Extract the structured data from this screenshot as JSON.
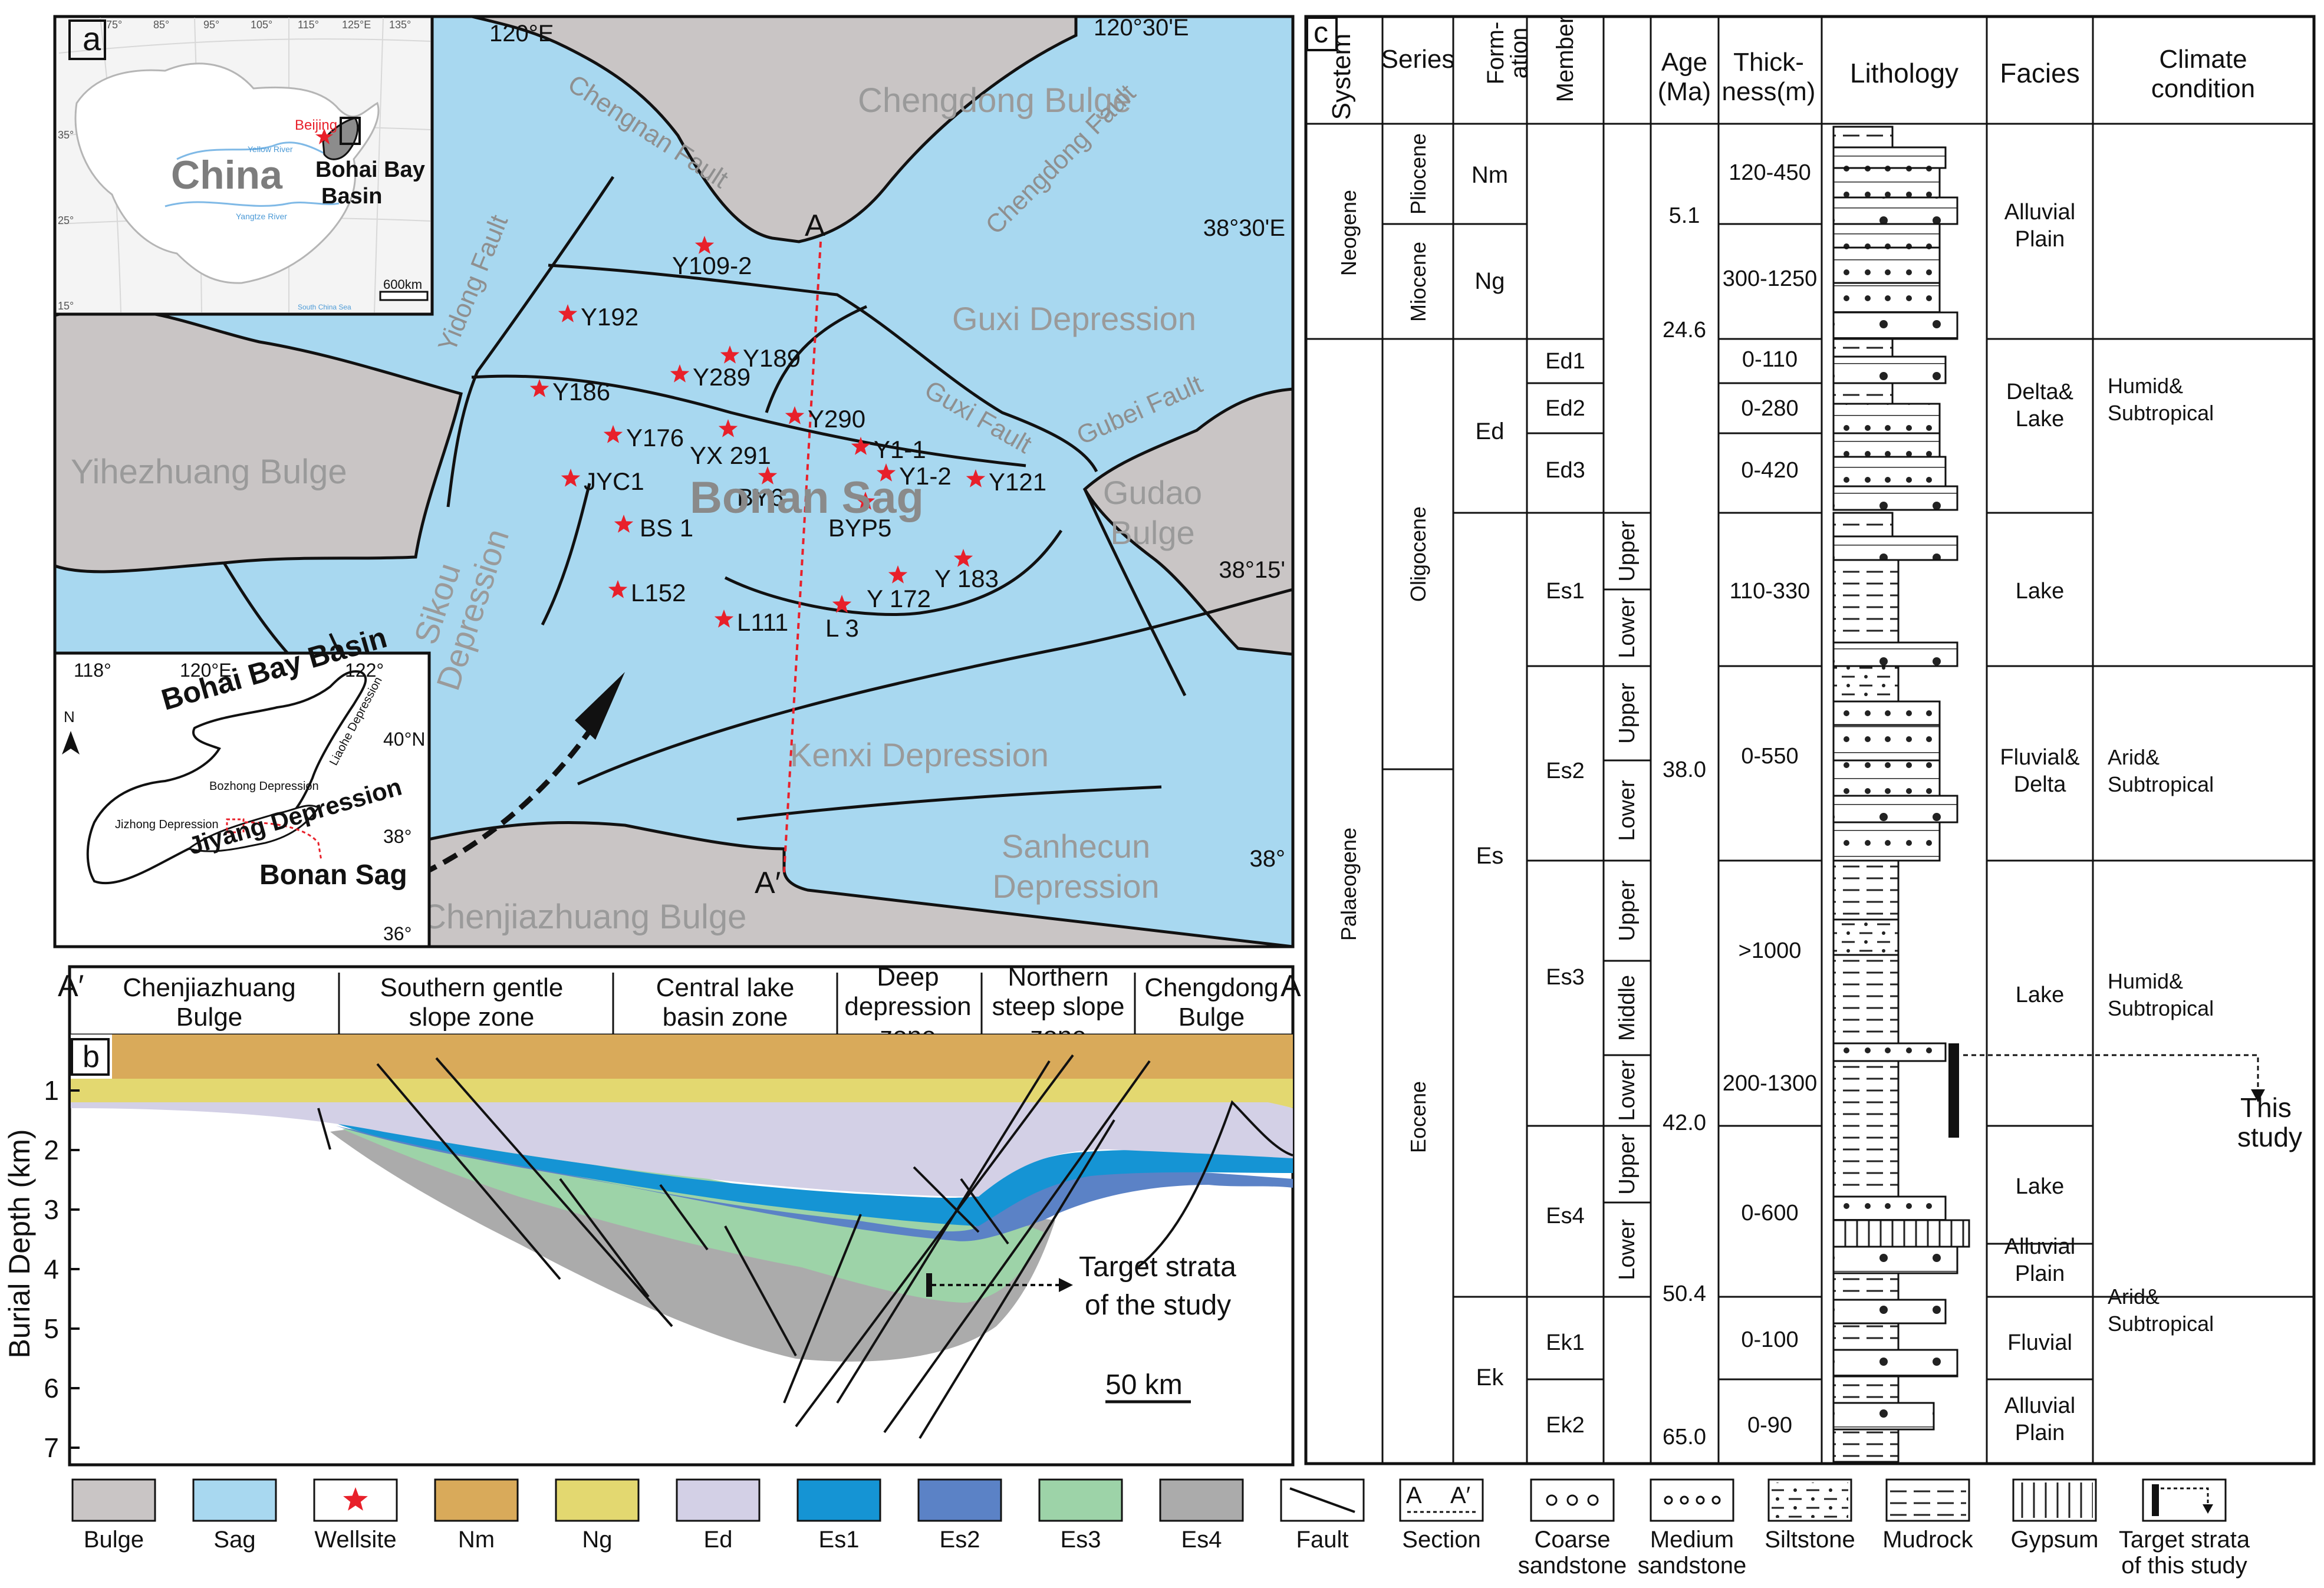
{
  "panel_a": {
    "letter": "a",
    "units": [
      {
        "key": "chengdong_bulge",
        "label": "Chengdong Bulge"
      },
      {
        "key": "yihezhuang_bulge",
        "label": "Yihezhuang Bulge"
      },
      {
        "key": "gudao_bulge",
        "label": "Gudao Bulge"
      },
      {
        "key": "chenjiazhuang_bulge",
        "label": "Chenjiazhuang Bulge"
      },
      {
        "key": "guxi_depression",
        "label": "Guxi Depression"
      },
      {
        "key": "kenxi_depression",
        "label": "Kenxi Depression"
      },
      {
        "key": "sanhecun_depression",
        "label": "Sanhecun Depression"
      },
      {
        "key": "sikou_depression",
        "label": "Sikou Depression"
      },
      {
        "key": "bonan_sag",
        "label": "Bonan Sag"
      }
    ],
    "faults": [
      {
        "key": "chengnan",
        "label": "Chengnan Fault"
      },
      {
        "key": "chengdong",
        "label": "Chengdong Fault"
      },
      {
        "key": "yidong",
        "label": "Yidong Fault"
      },
      {
        "key": "guxi",
        "label": "Guxi Fault"
      },
      {
        "key": "gubei",
        "label": "Gubei Fault"
      }
    ],
    "coordinates": [
      "120°E",
      "120°30'E",
      "38°30'E",
      "38°15'",
      "38°"
    ],
    "section_ends": [
      "A",
      "A′"
    ],
    "wells": [
      "Y109-2",
      "Y192",
      "Y189",
      "Y289",
      "Y186",
      "Y290",
      "Y176",
      "YX 291",
      "Y1-1",
      "JYC1",
      "BY6",
      "Y1-2",
      "Y121",
      "BYP5",
      "BS 1",
      "Y 183",
      "Y 172",
      "L152",
      "L111",
      "L 3"
    ],
    "inset_china": {
      "labels": [
        "China",
        "Beijing",
        "Bohai Bay",
        "Basin",
        "600km",
        "Yellow River",
        "Yangtze River",
        "South China Sea"
      ],
      "lon_ticks": [
        "75°",
        "85°",
        "95°",
        "105°",
        "115°",
        "125°E",
        "135°"
      ],
      "lat_ticks": [
        "35°",
        "25°",
        "15°"
      ]
    },
    "inset_bohai": {
      "labels": [
        "Bohai Bay Basin",
        "Liaohe Depression",
        "Bozhong Depression",
        "Jizhong Depression",
        "Jiyang Depression",
        "Bonan Sag",
        "N"
      ],
      "lon_ticks": [
        "118°",
        "120°E",
        "122°"
      ],
      "lat_ticks": [
        "40°N",
        "38°",
        "36°"
      ]
    }
  },
  "panel_b": {
    "letter": "b",
    "ends": [
      "A′",
      "A"
    ],
    "zones": [
      [
        "Chenjiazhuang",
        "Bulge"
      ],
      [
        "Southern gentle",
        "slope zone"
      ],
      [
        "Central lake",
        "basin zone"
      ],
      [
        "Deep",
        "depression",
        "zone"
      ],
      [
        "Northern",
        "steep slope",
        "zone"
      ],
      [
        "Chengdong",
        "Bulge"
      ]
    ],
    "y_axis_label": "Burial Depth (km)",
    "y_ticks": [
      "1",
      "2",
      "3",
      "4",
      "5",
      "6",
      "7"
    ],
    "target_label": [
      "Target strata",
      "of the study"
    ],
    "scale_label": "50 km"
  },
  "panel_c": {
    "letter": "c",
    "headers": {
      "system": "System",
      "series": "Series",
      "formation": [
        "Form-",
        "ation"
      ],
      "member": "Member",
      "age": [
        "Age",
        "(Ma)"
      ],
      "thickness": [
        "Thick-",
        "ness(m)"
      ],
      "lithology": "Lithology",
      "facies": "Facies",
      "climate": [
        "Climate",
        "condition"
      ]
    },
    "systems": [
      "Neogene",
      "Palaeogene"
    ],
    "series": [
      "Pliocene",
      "Miocene",
      "Oligocene",
      "Eocene"
    ],
    "formations": [
      "Nm",
      "Ng",
      "Ed",
      "Es",
      "Ek"
    ],
    "members": [
      "Ed1",
      "Ed2",
      "Ed3",
      "Es1",
      "Es2",
      "Es3",
      "Es4",
      "Ek1",
      "Ek2"
    ],
    "sub_members": [
      "Upper",
      "Lower",
      "Upper",
      "Lower",
      "Upper",
      "Middle",
      "Lower",
      "Upper",
      "Lower"
    ],
    "ages": [
      "5.1",
      "24.6",
      "38.0",
      "42.0",
      "50.4",
      "65.0"
    ],
    "thicknesses": [
      "120-450",
      "300-1250",
      "0-110",
      "0-280",
      "0-420",
      "110-330",
      "0-550",
      ">1000",
      "200-1300",
      "0-600",
      "0-100",
      "0-90"
    ],
    "facies": [
      [
        "Alluvial",
        "Plain"
      ],
      [
        "Delta&",
        "Lake"
      ],
      [
        "Lake"
      ],
      [
        "Fluvial&",
        "Delta"
      ],
      [
        "Lake"
      ],
      [
        "Lake"
      ],
      [
        "Alluvial",
        "Plain"
      ],
      [
        "Fluvial"
      ],
      [
        "Alluvial",
        "Plain"
      ]
    ],
    "climate": [
      [
        "Humid&",
        "Subtropical"
      ],
      [
        "Arid&",
        "Subtropical"
      ],
      [
        "Humid&",
        "Subtropical"
      ],
      [
        "Arid&",
        "Subtropical"
      ]
    ],
    "this_study": [
      "This",
      "study"
    ]
  },
  "legend": {
    "items": [
      {
        "label": "Bulge",
        "color": "#c9c5c5"
      },
      {
        "label": "Sag",
        "color": "#a8d8f0"
      },
      {
        "label": "Wellsite",
        "color": "#e8202a"
      },
      {
        "label": "Nm",
        "color": "#d9aa5a"
      },
      {
        "label": "Ng",
        "color": "#e3d870"
      },
      {
        "label": "Ed",
        "color": "#d3d0e6"
      },
      {
        "label": "Es1",
        "color": "#1594d4"
      },
      {
        "label": "Es2",
        "color": "#5b82c6"
      },
      {
        "label": "Es3",
        "color": "#9dd3a8"
      },
      {
        "label": "Es4",
        "color": "#ababab"
      },
      {
        "label": "Fault"
      },
      {
        "label": "Section"
      },
      {
        "label": [
          "Coarse",
          "sandstone"
        ]
      },
      {
        "label": [
          "Medium",
          "sandstone"
        ]
      },
      {
        "label": "Siltstone"
      },
      {
        "label": "Mudrock"
      },
      {
        "label": "Gypsum"
      },
      {
        "label": [
          "Target strata",
          "of this study"
        ]
      }
    ],
    "section_symbol": [
      "A",
      "A′"
    ]
  }
}
